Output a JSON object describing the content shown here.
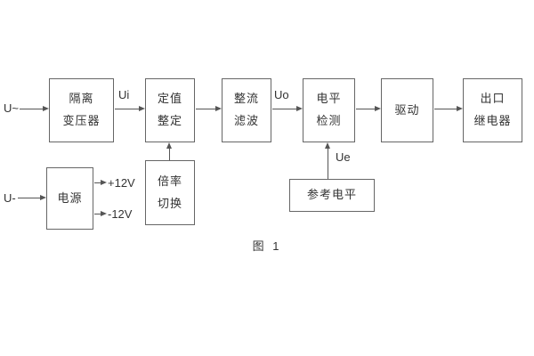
{
  "figure": {
    "caption": "图 1"
  },
  "signals": {
    "input_ac": "U~",
    "input_dc": "U-",
    "ui": "Ui",
    "uo": "Uo",
    "ue": "Ue",
    "rail_pos": "+12V",
    "rail_neg": "-12V"
  },
  "blocks": {
    "isolation_transformer": {
      "lines": [
        "隔离",
        "变压器"
      ]
    },
    "setting_adjust": {
      "lines": [
        "定值",
        "整定"
      ]
    },
    "rectify_filter": {
      "lines": [
        "整流",
        "滤波"
      ]
    },
    "level_detect": {
      "lines": [
        "电平",
        "检测"
      ]
    },
    "drive": {
      "lines": [
        "驱动"
      ]
    },
    "output_relay": {
      "lines": [
        "出口",
        "继电器"
      ]
    },
    "power_supply": {
      "lines": [
        "电源"
      ]
    },
    "ratio_switch": {
      "lines": [
        "倍率",
        "切换"
      ]
    },
    "reference_level": {
      "lines": [
        "参考电平"
      ]
    }
  }
}
